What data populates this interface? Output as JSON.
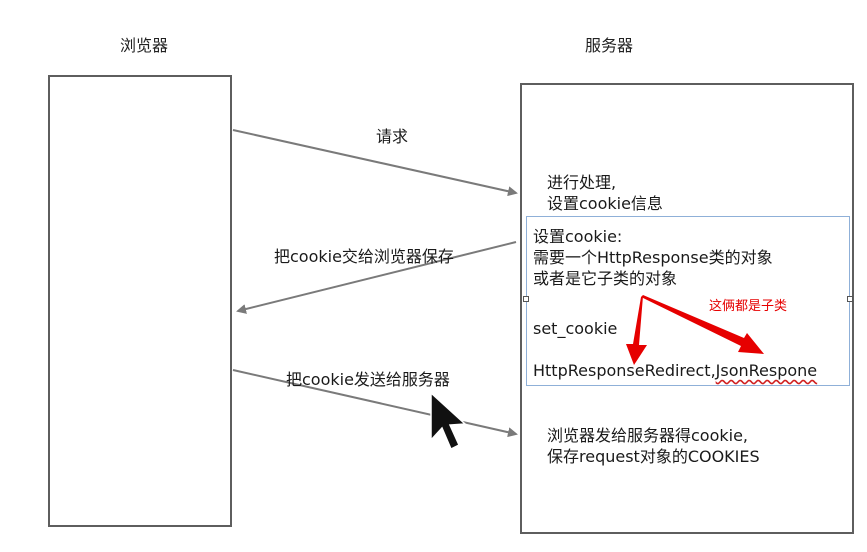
{
  "browser": {
    "title": "浏览器"
  },
  "server": {
    "title": "服务器"
  },
  "arrows": {
    "request": "请求",
    "save_cookie": "把cookie交给浏览器保存",
    "send_cookie": "把cookie发送给服务器"
  },
  "server_notes": {
    "process_line1": "进行处理,",
    "process_line2": "设置cookie信息",
    "received_line1": "浏览器发给服务器得cookie,",
    "received_line2": "保存request对象的COOKIES"
  },
  "textbox": {
    "line1": "设置cookie:",
    "line2": "需要一个HttpResponse类的对象",
    "line3": "或者是它子类的对象",
    "line4": "set_cookie",
    "line5_part1": "HttpResponseRedirect,",
    "line5_part2": "JsonRespone"
  },
  "annotation": {
    "text": "这俩都是子类"
  },
  "colors": {
    "arrow_gray": "#7a7a7a",
    "annotation_red": "#e60000",
    "selection_blue": "#8fb0d8"
  }
}
